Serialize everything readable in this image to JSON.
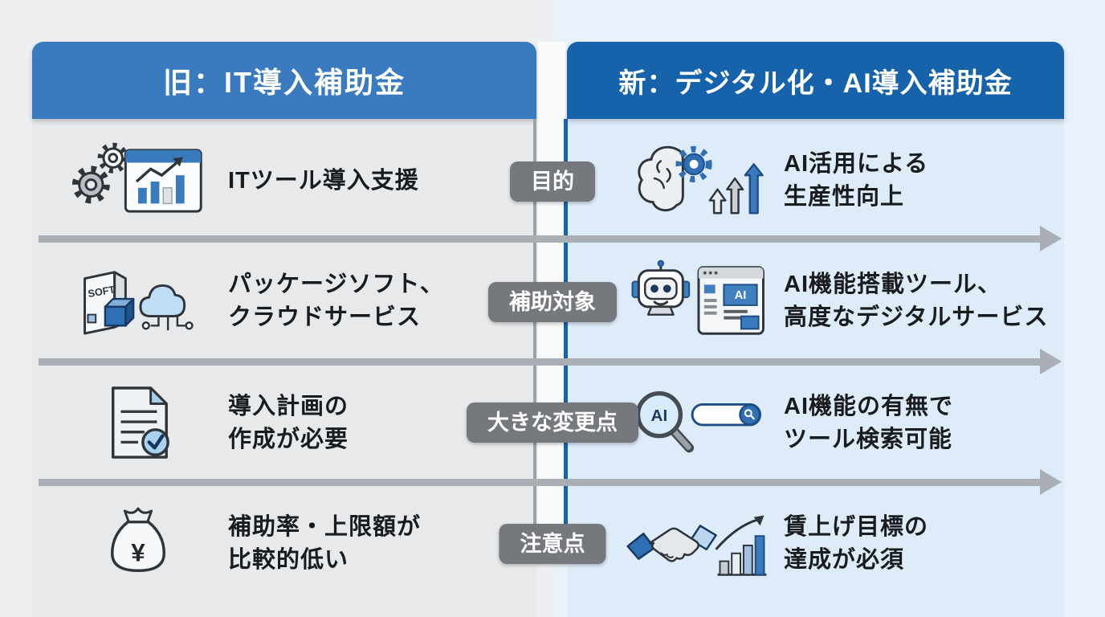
{
  "colors": {
    "old_header": "#3A7BBF",
    "new_header": "#1662AB",
    "row_label_bg": "#75797D",
    "arrow": "#A9AFB5",
    "old_panel_bg": "#E7E9EB",
    "new_panel_bg": "#DEEBF8"
  },
  "header": {
    "old": "旧：IT導入補助金",
    "new": "新：デジタル化・AI導入補助金"
  },
  "rows": [
    {
      "label": "目的",
      "left": {
        "icon": "gears-analytics-icon",
        "line1": "ITツール導入支援",
        "line2": ""
      },
      "right": {
        "icon": "brain-gear-arrows-icon",
        "line1": "AI活用による",
        "line2": "生産性向上"
      }
    },
    {
      "label": "補助対象",
      "left": {
        "icon": "software-box-cloud-icon",
        "line1": "パッケージソフト、",
        "line2": "クラウドサービス"
      },
      "right": {
        "icon": "robot-ai-browser-icon",
        "line1": "AI機能搭載ツール、",
        "line2": "高度なデジタルサービス"
      }
    },
    {
      "label": "大きな変更点",
      "left": {
        "icon": "document-check-icon",
        "line1": "導入計画の",
        "line2": "作成が必要"
      },
      "right": {
        "icon": "ai-search-icon",
        "line1": "AI機能の有無で",
        "line2": "ツール検索可能"
      }
    },
    {
      "label": "注意点",
      "left": {
        "icon": "money-bag-icon",
        "line1": "補助率・上限額が",
        "line2": "比較的低い"
      },
      "right": {
        "icon": "handshake-growth-icon",
        "line1": "賃上げ目標の",
        "line2": "達成が必須"
      }
    }
  ],
  "icon_labels": {
    "soft": "SOFT",
    "ai_browser": "AI",
    "ai_lens": "AI",
    "yen": "¥"
  }
}
